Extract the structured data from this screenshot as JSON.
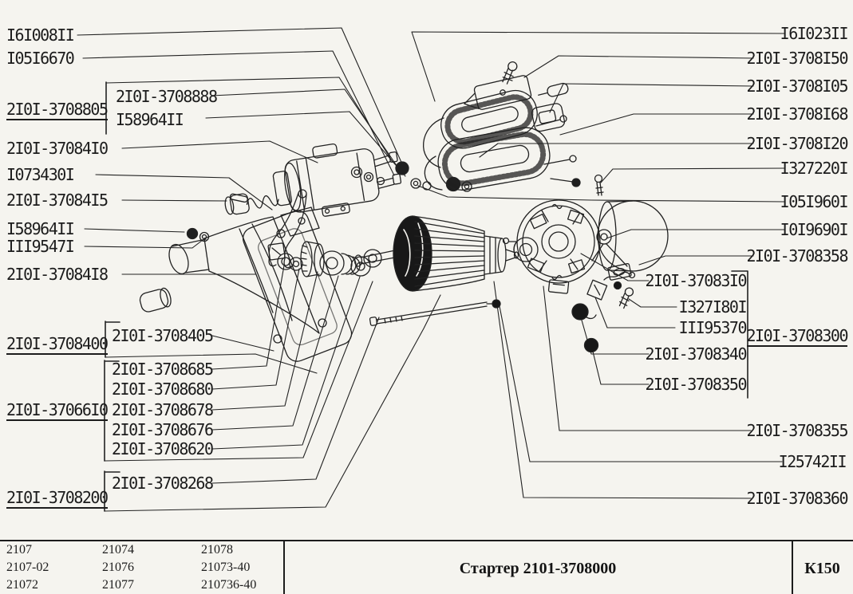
{
  "labels_left": [
    "I6I008II",
    "I05I6670",
    "2I0I-3708805",
    "2I0I-3708888",
    "I58964II",
    "2I0I-37084I0",
    "I073430I",
    "2I0I-37084I5",
    "I58964II",
    "III9547I",
    "2I0I-37084I8",
    "2I0I-3708400",
    "2I0I-3708405",
    "2I0I-3708685",
    "2I0I-3708680",
    "2I0I-37066I0",
    "2I0I-3708678",
    "2I0I-3708676",
    "2I0I-3708620",
    "2I0I-3708268",
    "2I0I-3708200"
  ],
  "labels_right": [
    "I6I023II",
    "2I0I-3708I50",
    "2I0I-3708I05",
    "2I0I-3708I68",
    "2I0I-3708I20",
    "I327220I",
    "I05I960I",
    "I0I9690I",
    "2I0I-3708358",
    "2I0I-37083I0",
    "I327I80I",
    "III95370",
    "2I0I-3708300",
    "2I0I-3708340",
    "2I0I-3708350",
    "2I0I-3708355",
    "I25742II",
    "2I0I-3708360"
  ],
  "title_block": {
    "models_col1": [
      "2107",
      "2107-02",
      "21072"
    ],
    "models_col2": [
      "21074",
      "21076",
      "21077"
    ],
    "models_col3": [
      "21078",
      "21073-40",
      "210736-40"
    ],
    "title": "Стартер 2101-3708000",
    "page_code": "К150"
  },
  "colors": {
    "ink": "#1c1c1c",
    "paper": "#f5f4ef"
  }
}
